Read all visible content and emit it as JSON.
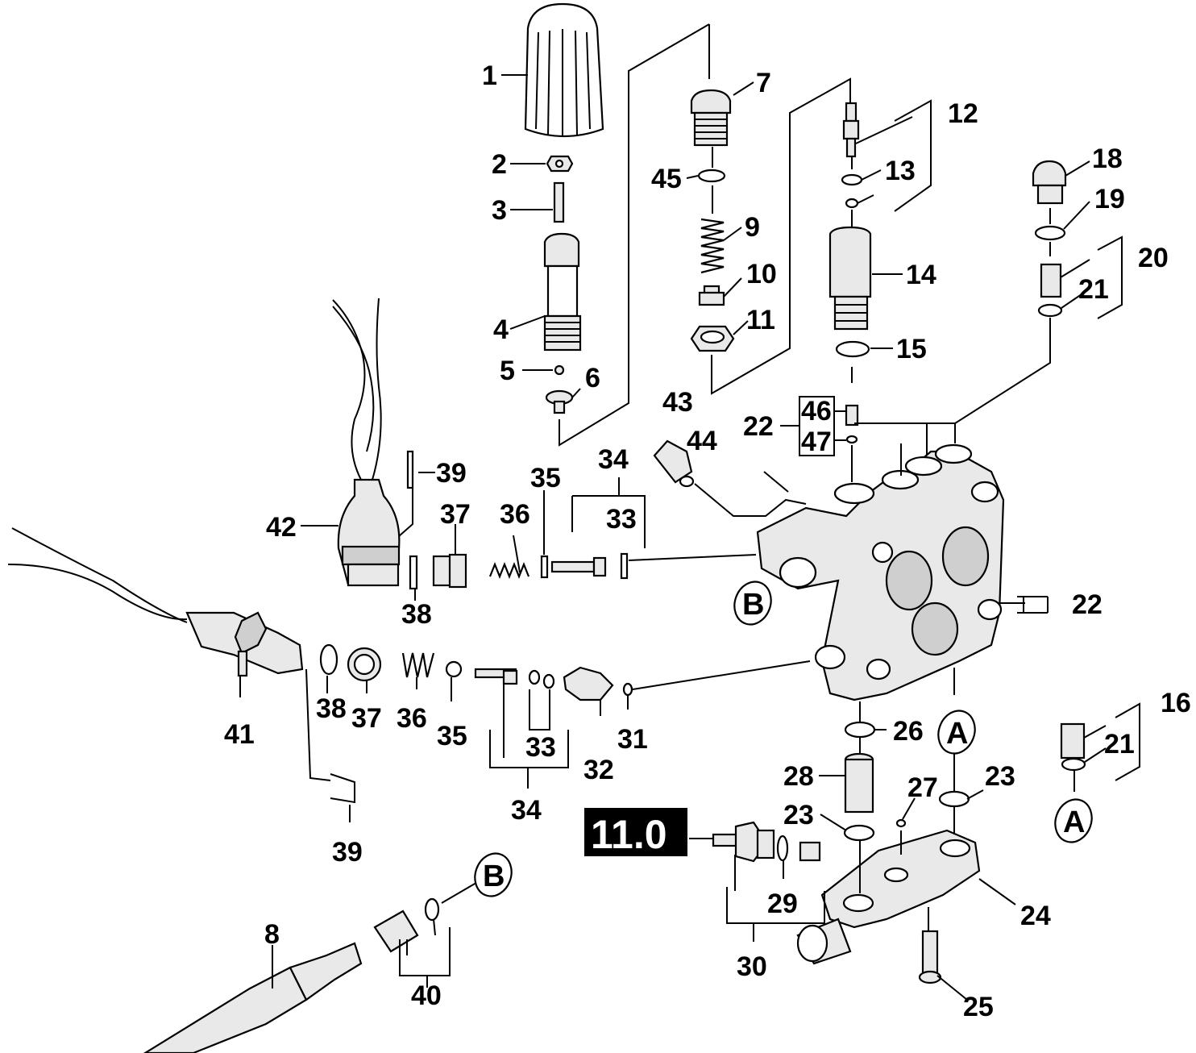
{
  "section_label": "11.0",
  "callouts": {
    "c1": "1",
    "c2": "2",
    "c3": "3",
    "c4": "4",
    "c5": "5",
    "c6": "6",
    "c7": "7",
    "c8": "8",
    "c9": "9",
    "c10": "10",
    "c11": "11",
    "c12": "12",
    "c13": "13",
    "c14": "14",
    "c15": "15",
    "c16": "16",
    "c18": "18",
    "c19": "19",
    "c20": "20",
    "c21a": "21",
    "c21b": "21",
    "c22a": "22",
    "c22b": "22",
    "c23a": "23",
    "c23b": "23",
    "c24": "24",
    "c25": "25",
    "c26": "26",
    "c27": "27",
    "c28": "28",
    "c29": "29",
    "c30": "30",
    "c31": "31",
    "c32": "32",
    "c33a": "33",
    "c33b": "33",
    "c34a": "34",
    "c34b": "34",
    "c35a": "35",
    "c35b": "35",
    "c36a": "36",
    "c36b": "36",
    "c37a": "37",
    "c37b": "37",
    "c38a": "38",
    "c38b": "38",
    "c39a": "39",
    "c39b": "39",
    "c40": "40",
    "c41": "41",
    "c42": "42",
    "c43": "43",
    "c44": "44",
    "c45": "45",
    "c46": "46",
    "c47": "47"
  },
  "reference_marks": {
    "a1": "A",
    "a2": "A",
    "b1": "B",
    "b2": "B"
  }
}
